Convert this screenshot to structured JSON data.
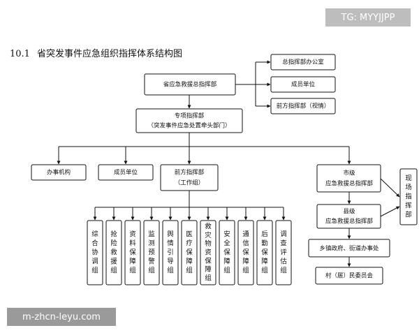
{
  "watermark_top": "TG: MYYJJPP",
  "watermark_bottom": "m-zhcn-leyu.com",
  "section": {
    "number": "10.1",
    "title": "省突发事件应急组织指挥体系结构图"
  },
  "nodes": {
    "hq": "省应急救援总指挥部",
    "hq_office": "总指挥部办公室",
    "hq_members": "成员单位",
    "hq_forward": "前方指挥部（视情）",
    "special_line1": "专项指挥部",
    "special_line2": "（突发事件应急处置牵头部门）",
    "office": "办事机构",
    "members": "成员单位",
    "forward_line1": "前方指挥部",
    "forward_line2": "（工作组）",
    "city_line1": "市级",
    "city_line2": "应急救援总指挥部",
    "county_line1": "县级",
    "county_line2": "应急救援总指挥部",
    "onsite": "现场指挥部",
    "town": "乡镇政府、街道办事处",
    "village": "村（居）民委员会"
  },
  "working_groups": [
    "综合协调组",
    "抢险救援组",
    "资料保障组",
    "监测预警组",
    "舆情引导组",
    "医疗保障组",
    "救灾物资保障组",
    "安全保障组",
    "通信保障组",
    "后勤保障组",
    "调查评估组"
  ]
}
